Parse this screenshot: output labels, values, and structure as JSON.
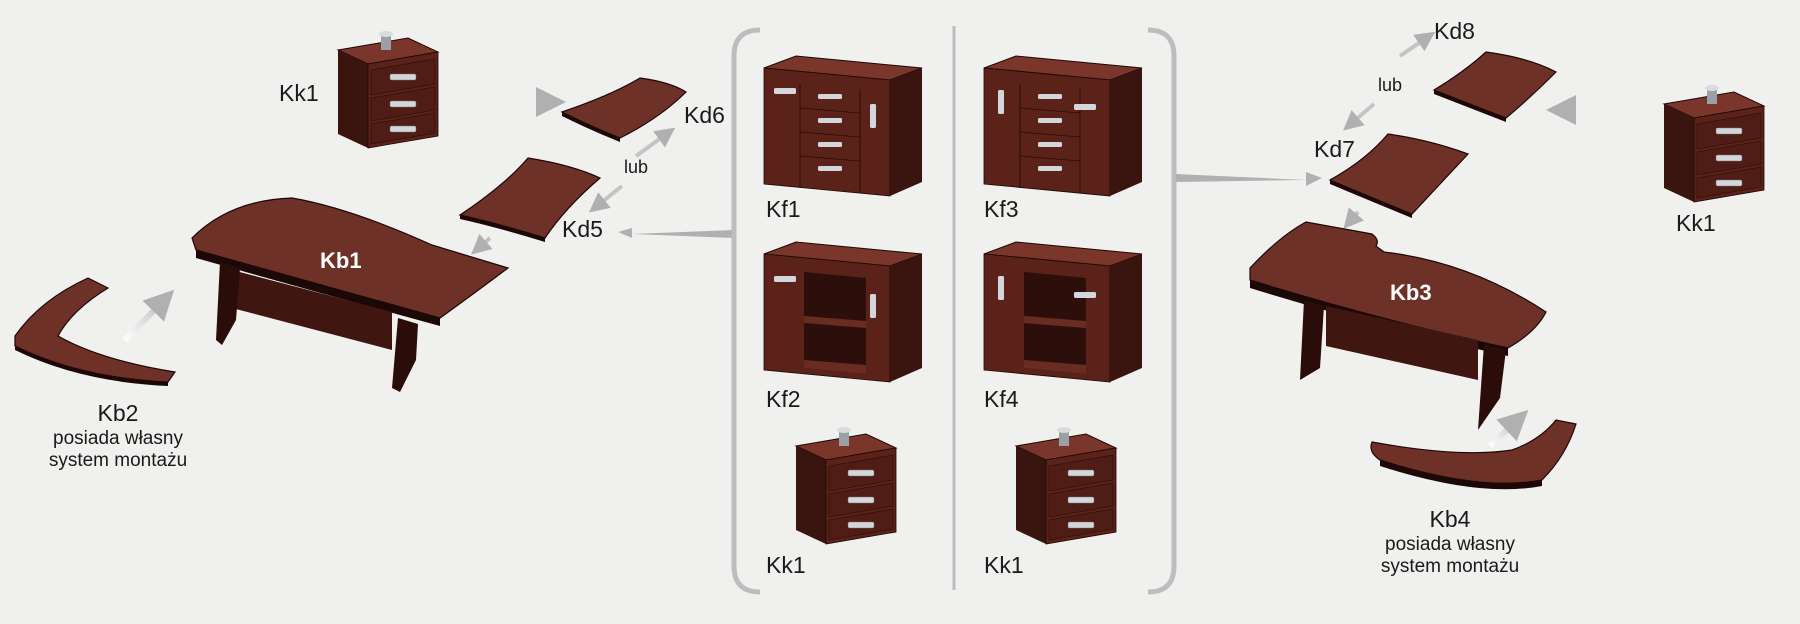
{
  "colors": {
    "wood_top": "#6e3128",
    "wood_front": "#4c1c16",
    "wood_side": "#3a140f",
    "edge": "#1c0806",
    "handle": "#c8ccd0",
    "bracket": "#bdbdbd",
    "arrow": "#b5b5b5"
  },
  "labels": {
    "kk1_left": "Kk1",
    "kd6": "Kd6",
    "lub_left": "lub",
    "kd5": "Kd5",
    "kb1": "Kb1",
    "kb2": "Kb2",
    "kb2_note_1": "posiada własny",
    "kb2_note_2": "system montażu",
    "kf1": "Kf1",
    "kf2": "Kf2",
    "kk1_center_left": "Kk1",
    "kf3": "Kf3",
    "kf4": "Kf4",
    "kk1_center_right": "Kk1",
    "kd8": "Kd8",
    "lub_right": "lub",
    "kd7": "Kd7",
    "kk1_right": "Kk1",
    "kb3": "Kb3",
    "kb4": "Kb4",
    "kb4_note_1": "posiada własny",
    "kb4_note_2": "system montażu"
  }
}
